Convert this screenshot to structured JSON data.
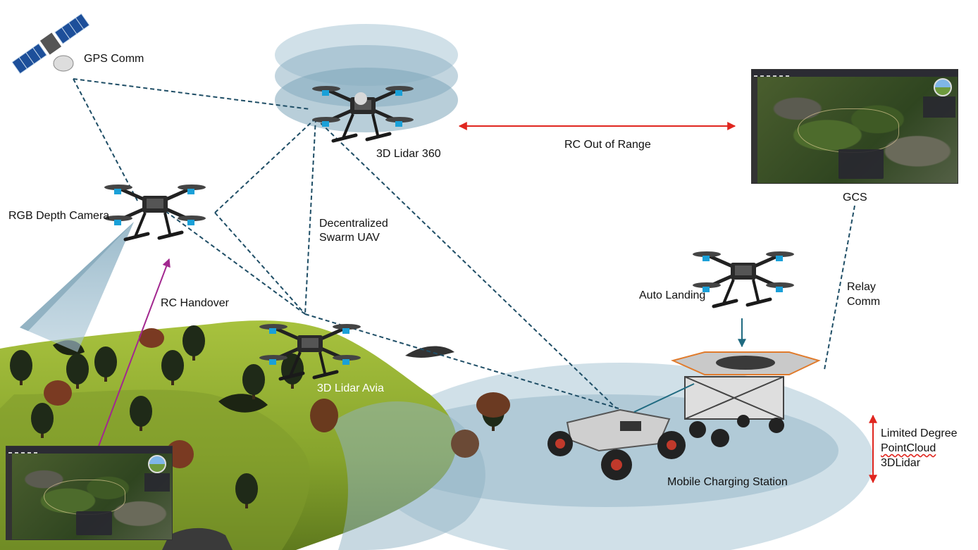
{
  "labels": {
    "gps_comm": "GPS Comm",
    "lidar_360": "3D Lidar 360",
    "rc_out_of_range": "RC Out of Range",
    "gcs": "GCS",
    "rgb_depth_camera": "RGB Depth Camera",
    "swarm_line1": "Decentralized",
    "swarm_line2": "Swarm UAV",
    "rc_handover": "RC Handover",
    "auto_landing": "Auto Landing",
    "relay_line1": "Relay",
    "relay_line2": "Comm",
    "lidar_avia": "3D Lidar Avia",
    "limited_line1": "Limited Degree",
    "limited_line2": "PointCloud",
    "limited_line3": "3DLidar",
    "mobile_station": "Mobile Charging Station"
  },
  "colors": {
    "dashed_link": "#1f4e66",
    "red_arrow": "#e0261f",
    "purple_arrow": "#a2278f",
    "teal_arrow": "#1f6a80",
    "ellipse_blue": "#a9c6d6",
    "hill_green": "#9fb83a",
    "drone_accent": "#1aa0d8"
  },
  "icons": {
    "satellite": "satellite-icon",
    "drone": "quadcopter-drone-icon",
    "rover": "ground-rover-icon",
    "charging_station": "charging-station-icon",
    "gcs_screen": "gcs-map-screen"
  }
}
